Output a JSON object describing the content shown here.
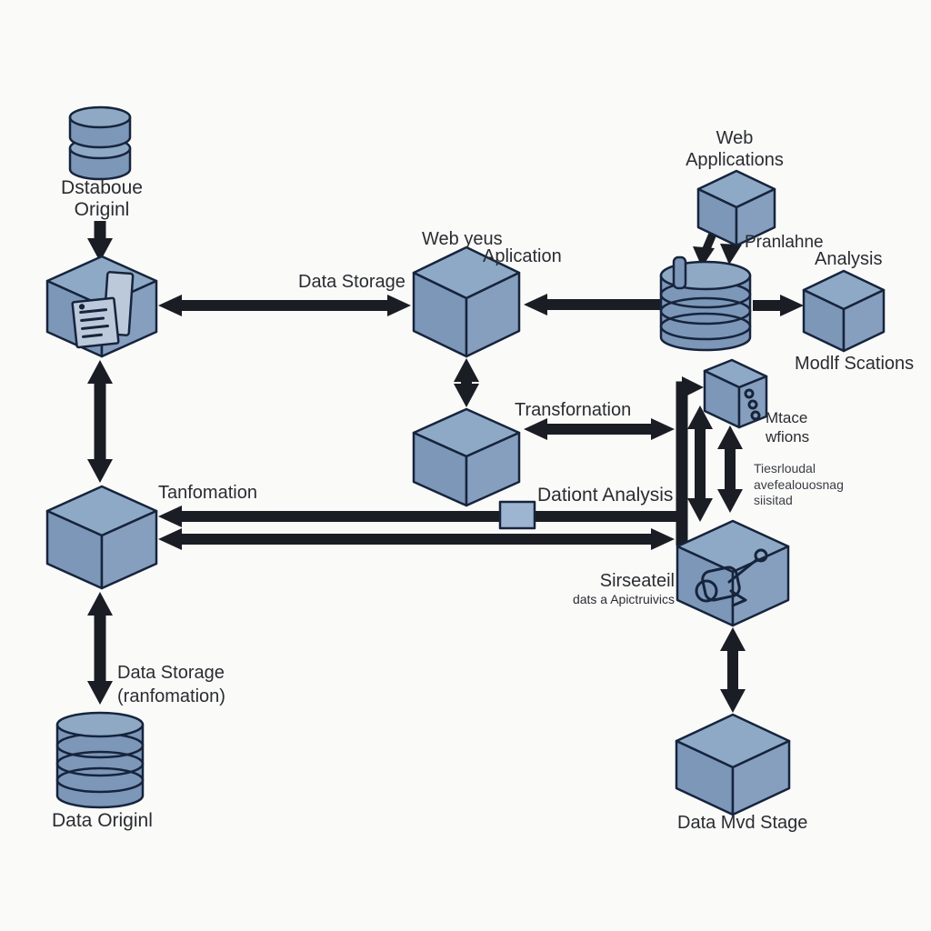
{
  "colors": {
    "background": "#fafaf9",
    "text": "#2a2c31",
    "outline": "#16243c",
    "arrow": "#1a1d24",
    "cube_top": "#8ea9c6",
    "cube_left": "#7d97b9",
    "cube_right": "#879fbe",
    "db_body": "#7d97b9",
    "db_top": "#8fa9c5",
    "connector": "#9eb5d1",
    "icon_fill": "#bcc9da"
  },
  "icons": {
    "database_top": "database-cylinder-2-discs",
    "database_bottom": "database-cylinder-4-discs",
    "database_right": "database-coil-5-rings",
    "ingest_cube": "document-sheet-icon",
    "processing_cube": "robot-arm-icon",
    "server_slab": "flat-box-3-ports"
  },
  "labels": {
    "db_top": {
      "line1": "Dstaboue",
      "line2": "Originl"
    },
    "data_storage_top": "Data Storage",
    "web_app": {
      "line1": "Web yeus",
      "line2": "Aplication"
    },
    "web_applications": {
      "line1": "Web",
      "line2": "Applications"
    },
    "pranlahne": "Pranlahne",
    "analysis": "Analysis",
    "modlf_scations": "Modlf Scations",
    "transformation": "Transfornation",
    "mtace": {
      "line1": "Mtace",
      "line2": "wfions"
    },
    "note": {
      "line1": "Tiesrloudal",
      "line2": "avefealouosnag",
      "line3": "siisitad"
    },
    "tanfomation": "Tanfomation",
    "dationt_analysis": "Dationt Analysis",
    "sirseateil": {
      "line1": "Sirseateil",
      "line2": "dats a Apictruivics"
    },
    "data_storage_bottom": {
      "line1": "Data Storage",
      "line2": "(ranfomation)"
    },
    "data_originl": "Data Originl",
    "data_mvd_stage": "Data Mvd Stage"
  }
}
